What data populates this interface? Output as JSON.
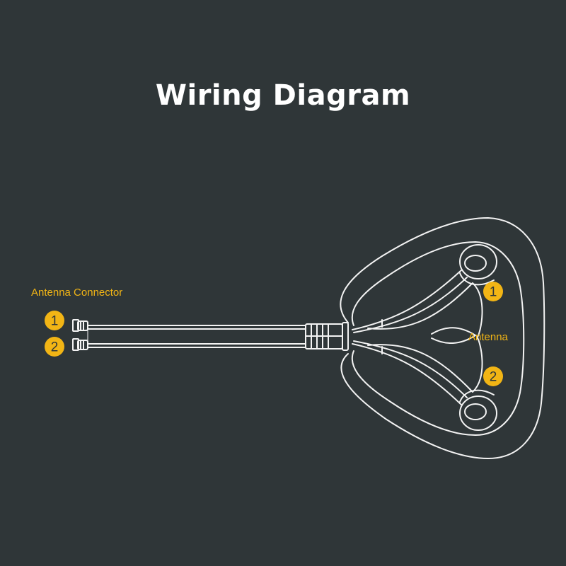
{
  "title": "Wiring Diagram",
  "connector": {
    "label": "Antenna Connector",
    "badges": [
      "1",
      "2"
    ]
  },
  "antenna": {
    "label": "Antenna",
    "badges": [
      "1",
      "2"
    ]
  },
  "colors": {
    "background": "#2f3638",
    "accent": "#f2b515",
    "line": "#f3f3f3"
  }
}
